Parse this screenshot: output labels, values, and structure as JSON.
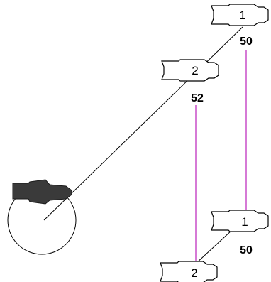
{
  "connectors": [
    {
      "label": "1",
      "value": "50"
    },
    {
      "label": "2",
      "value": "52"
    },
    {
      "label": "1",
      "value": "50"
    },
    {
      "label": "2",
      "value": ""
    }
  ],
  "colors": {
    "stroke": "#000000",
    "magenta_line": "#d67ad6",
    "dark_plug": "#3a3a3a"
  }
}
